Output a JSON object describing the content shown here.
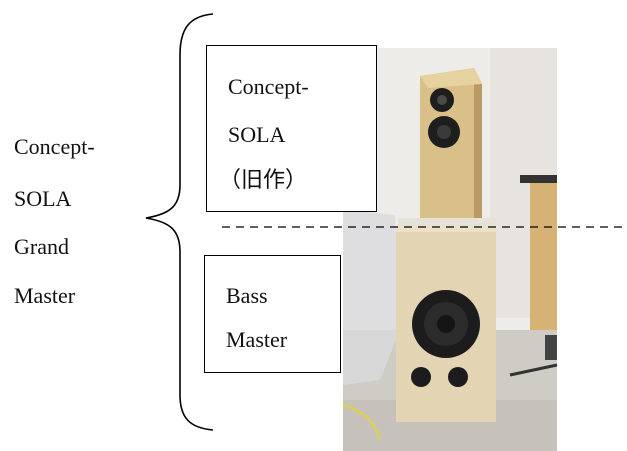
{
  "group_label": [
    "Concept-",
    "SOLA",
    "Grand",
    "Master"
  ],
  "top_unit": {
    "lines": [
      "Concept-",
      "SOLA",
      "（旧作）"
    ]
  },
  "bottom_unit": {
    "lines": [
      "Bass",
      "Master"
    ]
  },
  "colors": {
    "wood": "#d9c089",
    "wood_dark": "#b89a62",
    "bass_box": "#e3d4b4",
    "wall": "#eceae6",
    "carpet": "#c9c5bf",
    "driver": "#222222"
  }
}
